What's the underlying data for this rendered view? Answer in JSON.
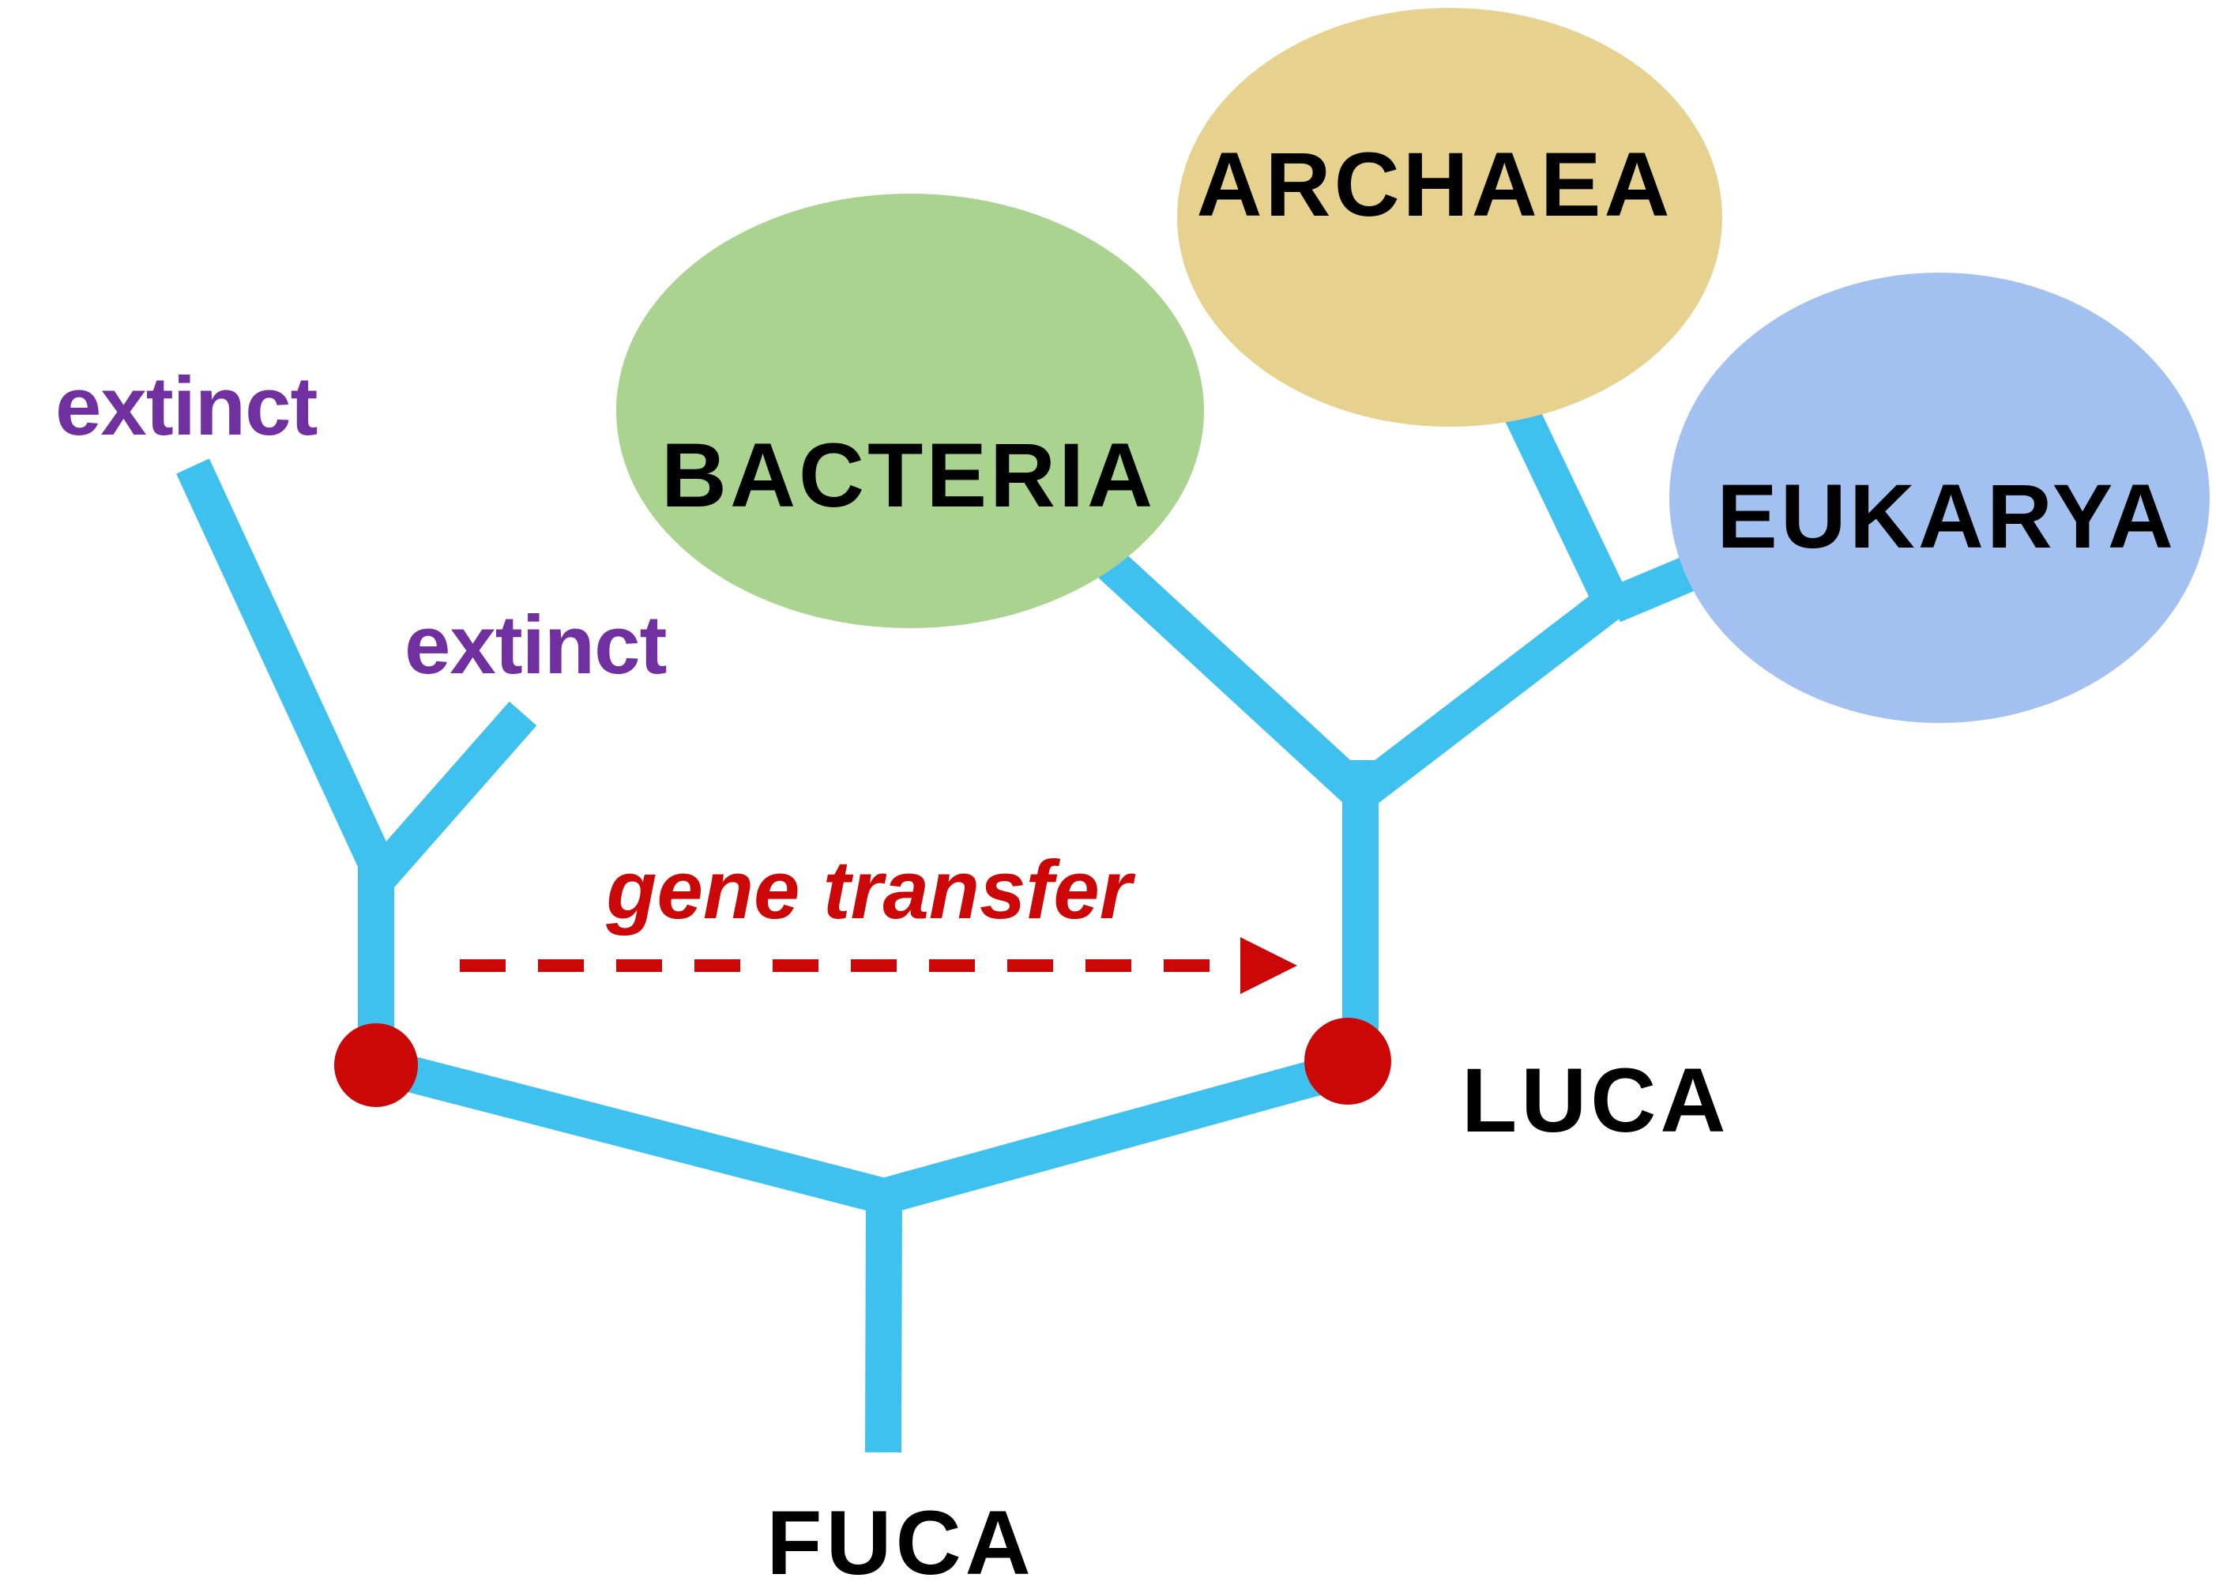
{
  "labels": {
    "extinct_upper": "extinct",
    "extinct_lower": "extinct",
    "bacteria": "BACTERIA",
    "archaea": "ARCHAEA",
    "eukarya": "EUKARYA",
    "gene_transfer": "gene transfer",
    "luca": "LUCA",
    "fuca": "FUCA"
  },
  "colors": {
    "branch_blue": "#3FC1EF",
    "bacteria_green": "#AAD38F",
    "archaea_tan": "#E6D18F",
    "eukarya_blue": "#A3C1F0",
    "accent_red": "#CC0707",
    "extinct_purple": "#7030A0",
    "label_black": "#000000"
  }
}
